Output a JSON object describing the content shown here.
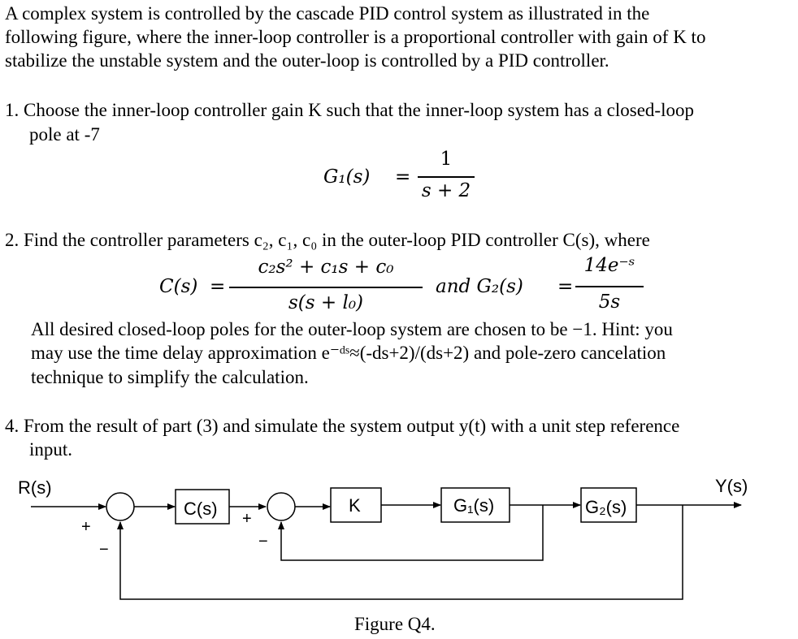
{
  "intro": {
    "line1": "A complex system is controlled by the cascade PID control system as illustrated in the",
    "line2": "following figure, where the inner-loop controller is a proportional controller with gain of K to",
    "line3": "stabilize the unstable system and the outer-loop is controlled by a PID controller."
  },
  "q1": {
    "line1": "1. Choose the inner-loop controller gain K such that the inner-loop system has a closed-loop",
    "line2": "pole at -7",
    "eq_lhs": "G₁(s)",
    "eq_eq": "=",
    "eq_num": "1",
    "eq_den": "s + 2"
  },
  "q2": {
    "line1": "2. Find the controller parameters c₂, c₁, c₀ in the outer-loop PID controller C(s), where",
    "c_lhs": "C(s)",
    "c_eq": "=",
    "c_num": "c₂s² + c₁s + c₀",
    "c_den": "s(s + l₀)",
    "and": "and G₂(s)",
    "g2_eq": "=",
    "g2_num": "14e⁻ˢ",
    "g2_den": "5s",
    "line2": "All desired closed-loop poles for the outer-loop system are chosen to be −1. Hint: you",
    "line3": "may use the time delay approximation e⁻ᵈˢ≈(-ds+2)/(ds+2) and pole-zero cancelation",
    "line4": "technique to simplify the calculation."
  },
  "q4": {
    "line1": "4. From the result of part (3) and simulate the system output y(t) with a unit step reference",
    "line2": "input."
  },
  "diagram": {
    "input_label": "R(s)",
    "output_label": "Y(s)",
    "block_c": "C(s)",
    "block_k": "K",
    "block_g1": "G₁(s)",
    "block_g2": "G₂(s)",
    "sum1_plus": "+",
    "sum1_minus": "−",
    "sum2_plus": "+",
    "sum2_minus": "−"
  },
  "caption": "Figure Q4."
}
